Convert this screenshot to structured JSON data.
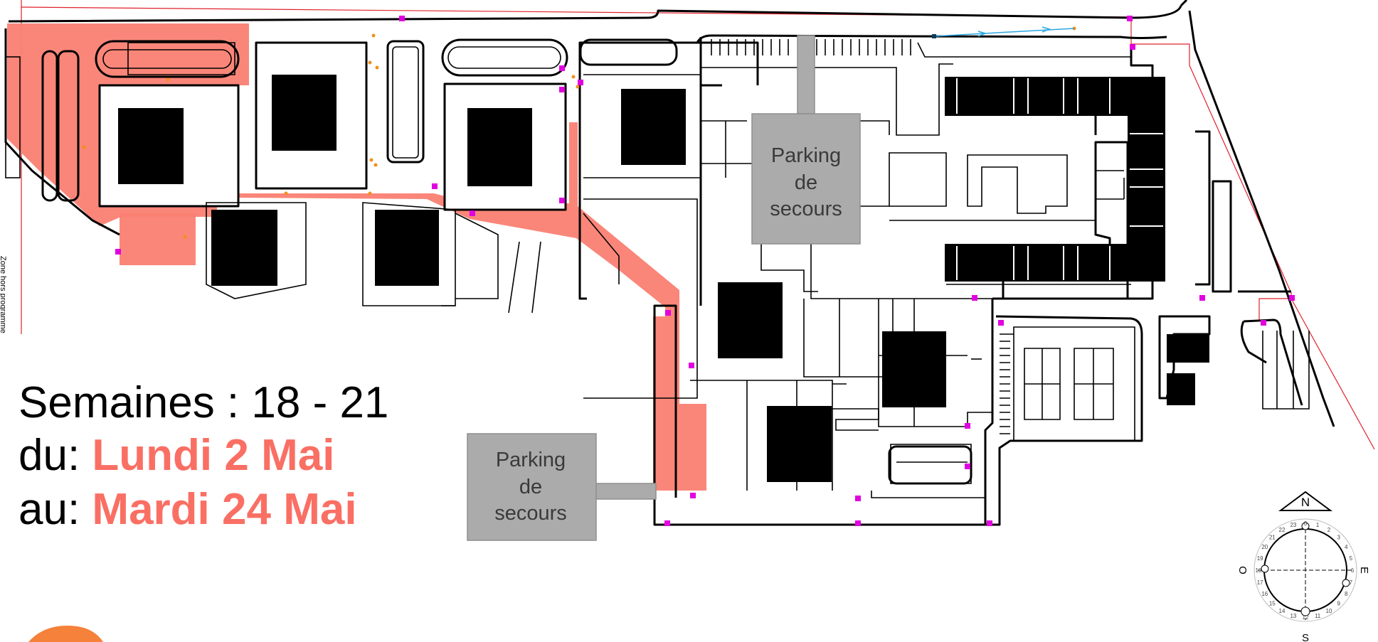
{
  "schedule": {
    "weeks_line": "Semaines : 18 - 21",
    "from_prefix": "du: ",
    "from_date": "Lundi 2 Mai",
    "to_prefix": "au: ",
    "to_date": "Mardi 24 Mai"
  },
  "map": {
    "emergency_parking_1": [
      "Parking",
      "de",
      "secours"
    ],
    "emergency_parking_2": [
      "Parking",
      "de",
      "secours"
    ],
    "excluded_zone_label": "Zone hors programme"
  },
  "compass": {
    "north": "N",
    "south": "S",
    "east": "E",
    "west": "O",
    "hours": [
      "0",
      "1",
      "2",
      "3",
      "4",
      "5",
      "6",
      "7",
      "8",
      "9",
      "10",
      "11",
      "12",
      "13",
      "14",
      "15",
      "16",
      "17",
      "18",
      "19",
      "20",
      "21",
      "22",
      "23"
    ]
  },
  "colors": {
    "work_zone": "#fa7f72",
    "accent_text": "#fa6f64",
    "parking_fill": "#ababab",
    "boundary_line": "#e0212a",
    "access_marker": "#e000e0",
    "tree_marker": "#f0901e",
    "route_arrow": "#2aa7e0"
  }
}
